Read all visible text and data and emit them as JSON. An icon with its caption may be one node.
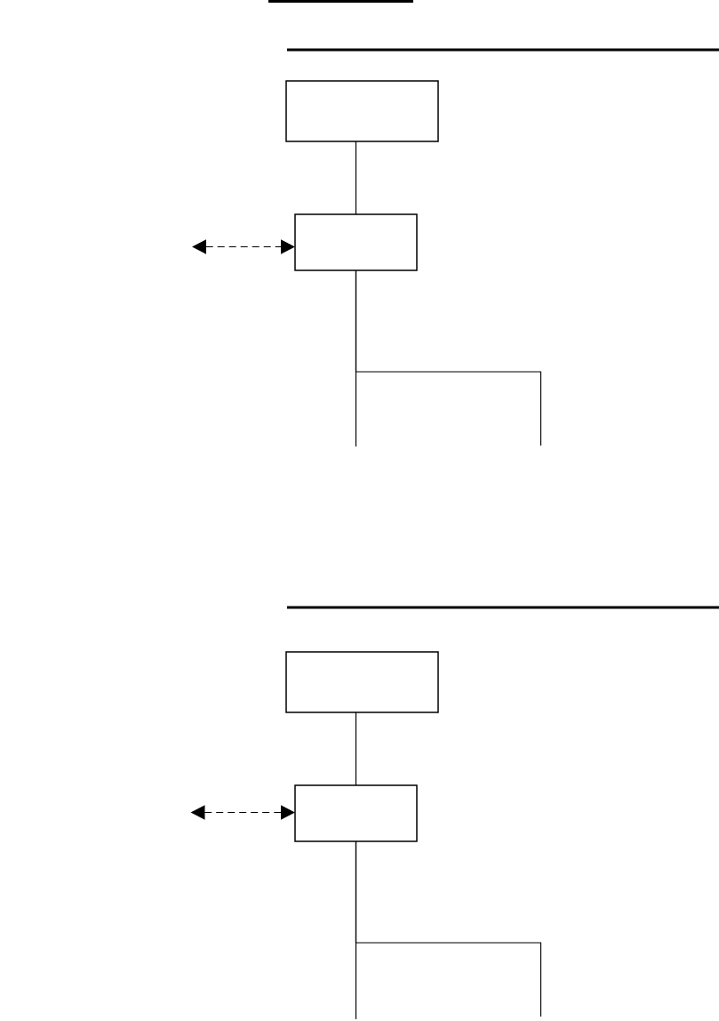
{
  "diagram": {
    "nodes": [
      {
        "text": [],
        "shape": "box"
      },
      {
        "text": [],
        "shape": "box"
      },
      {
        "text": [],
        "shape": "box"
      },
      {
        "text": [],
        "shape": "box"
      }
    ],
    "edges": [
      {
        "from": 0,
        "to": 1,
        "arrow": "none"
      },
      {
        "from": null,
        "to": 1,
        "arrow": "both",
        "style": "dashed"
      },
      {
        "from": 1,
        "to": null,
        "arrow": "none"
      },
      {
        "from": 1,
        "to": null,
        "arrow": "none"
      },
      {
        "from": 2,
        "to": 3,
        "arrow": "none"
      },
      {
        "from": null,
        "to": 3,
        "arrow": "both",
        "style": "dashed"
      },
      {
        "from": 3,
        "to": null,
        "arrow": "none"
      },
      {
        "from": 3,
        "to": null,
        "arrow": "none"
      }
    ]
  }
}
